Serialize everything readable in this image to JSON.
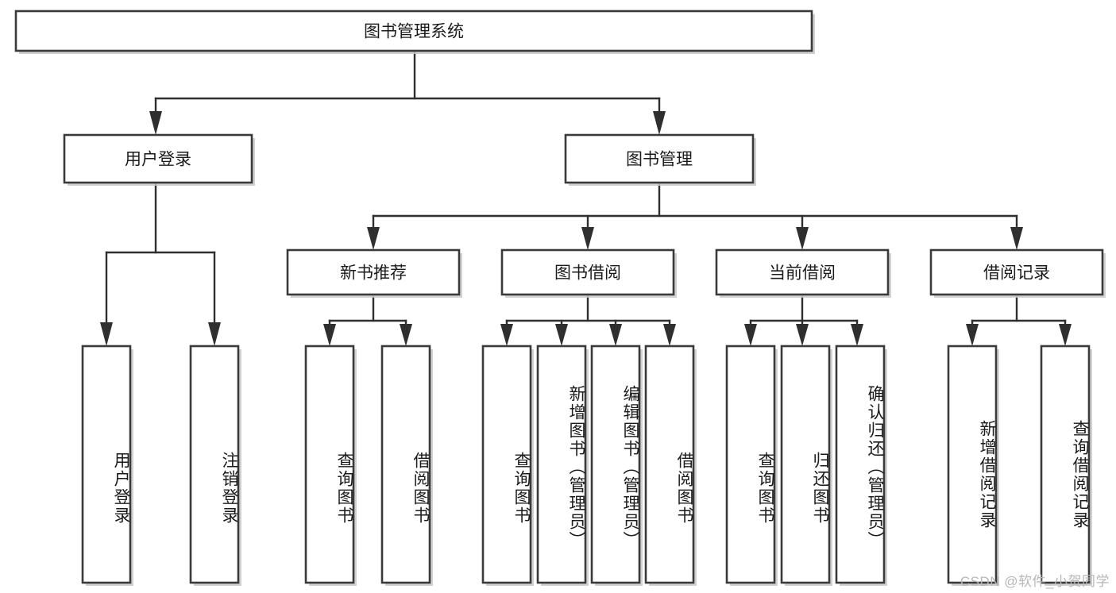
{
  "diagram": {
    "type": "tree-hierarchy",
    "title": "图书管理系统",
    "watermark": "CSDN @软件_小贺同学",
    "colors": {
      "box_stroke": "#3a3a3a",
      "box_fill": "#ffffff",
      "connector": "#2f2f2f",
      "text": "#1b1b1b",
      "watermark": "#b7b7b7"
    },
    "root": {
      "id": "root",
      "label": "图书管理系统",
      "orientation": "horizontal"
    },
    "level2": [
      {
        "id": "user-login",
        "label": "用户登录",
        "orientation": "horizontal"
      },
      {
        "id": "book-manage",
        "label": "图书管理",
        "orientation": "horizontal"
      }
    ],
    "level3": [
      {
        "id": "new-book-rec",
        "label": "新书推荐",
        "orientation": "horizontal",
        "parent": "book-manage"
      },
      {
        "id": "book-borrow",
        "label": "图书借阅",
        "orientation": "horizontal",
        "parent": "book-manage"
      },
      {
        "id": "current-borrow",
        "label": "当前借阅",
        "orientation": "horizontal",
        "parent": "book-manage"
      },
      {
        "id": "borrow-record",
        "label": "借阅记录",
        "orientation": "horizontal",
        "parent": "book-manage"
      }
    ],
    "leaves": [
      {
        "id": "leaf-user-login",
        "label": "用户登录",
        "parent": "user-login",
        "orientation": "vertical"
      },
      {
        "id": "leaf-logout",
        "label": "注销登录",
        "parent": "user-login",
        "orientation": "vertical"
      },
      {
        "id": "leaf-query-book-1",
        "label": "查询图书",
        "parent": "new-book-rec",
        "orientation": "vertical"
      },
      {
        "id": "leaf-borrow-book-1",
        "label": "借阅图书",
        "parent": "new-book-rec",
        "orientation": "vertical"
      },
      {
        "id": "leaf-query-book-2",
        "label": "查询图书",
        "parent": "book-borrow",
        "orientation": "vertical"
      },
      {
        "id": "leaf-add-book",
        "label": "新增图书（管理员）",
        "parent": "book-borrow",
        "orientation": "vertical"
      },
      {
        "id": "leaf-edit-book",
        "label": "编辑图书（管理员）",
        "parent": "book-borrow",
        "orientation": "vertical"
      },
      {
        "id": "leaf-borrow-book-2",
        "label": "借阅图书",
        "parent": "book-borrow",
        "orientation": "vertical"
      },
      {
        "id": "leaf-query-book-3",
        "label": "查询图书",
        "parent": "current-borrow",
        "orientation": "vertical"
      },
      {
        "id": "leaf-return-book",
        "label": "归还图书",
        "parent": "current-borrow",
        "orientation": "vertical"
      },
      {
        "id": "leaf-confirm-return",
        "label": "确认归还（管理员）",
        "parent": "current-borrow",
        "orientation": "vertical"
      },
      {
        "id": "leaf-add-record",
        "label": "新增借阅记录",
        "parent": "borrow-record",
        "orientation": "vertical"
      },
      {
        "id": "leaf-query-record",
        "label": "查询借阅记录",
        "parent": "borrow-record",
        "orientation": "vertical"
      }
    ]
  }
}
